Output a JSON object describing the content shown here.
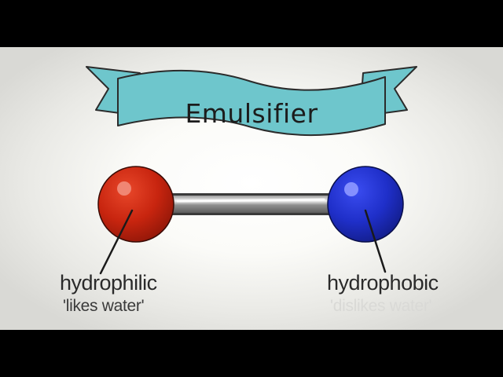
{
  "title": "Emulsifier",
  "molecule": {
    "left_end": {
      "label": "hydrophilic",
      "sublabel": "'likes water'",
      "color": "#c8250f"
    },
    "right_end": {
      "label": "hydrophobic",
      "sublabel": "'dislikes water'",
      "color": "#1f2fc9"
    }
  },
  "colors": {
    "banner": "#6ec6cc",
    "banner_dark": "#4aa6ae",
    "bond": "#8a8a8a"
  }
}
